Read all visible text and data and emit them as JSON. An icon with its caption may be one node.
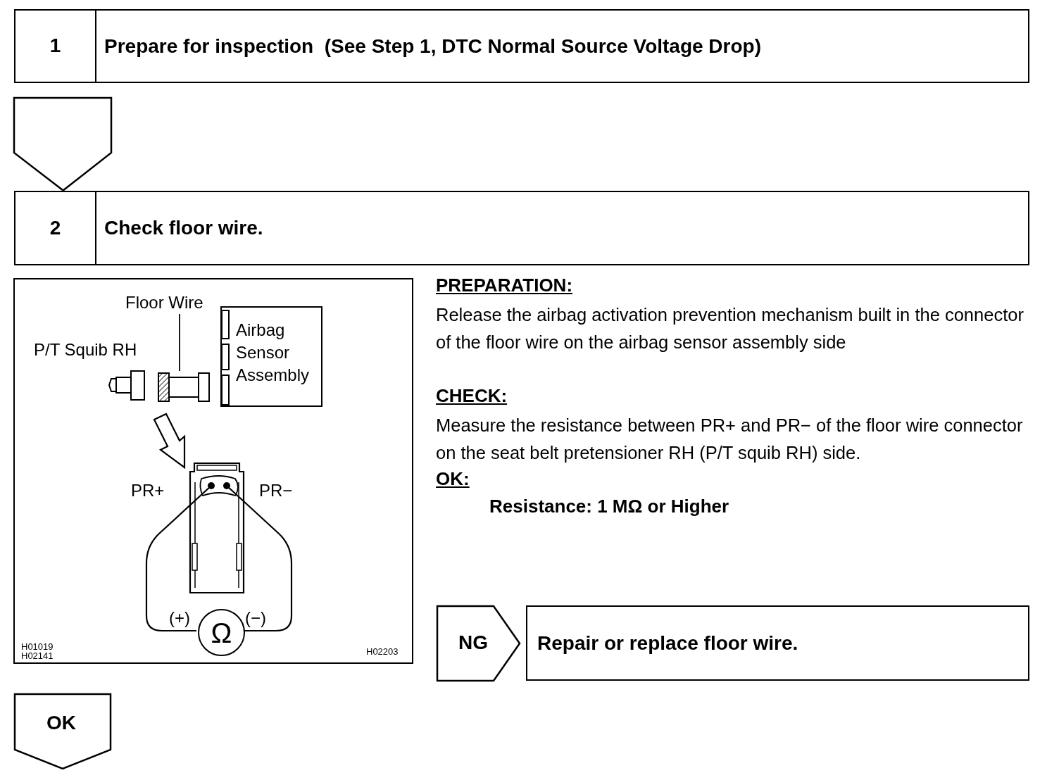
{
  "diagram": {
    "nodes": [
      {
        "text": [
          "1",
          "Prepare for inspection  (See Step 1, DTC Normal Source Voltage Drop)"
        ]
      },
      {
        "text": [
          "2",
          "Check floor wire."
        ]
      },
      {
        "text": [],
        "shape": "box"
      },
      {
        "text": [
          "Floor Wire"
        ],
        "in": 2
      },
      {
        "text": [],
        "shape": "picture",
        "in": 2
      },
      {
        "text": [
          "Airbag Sensor Assembly"
        ],
        "in": 2
      },
      {
        "text": [
          "Ω"
        ],
        "in": 2
      },
      {
        "text": [
          "NG"
        ]
      },
      {
        "text": [
          "Repair or replace floor wire."
        ]
      },
      {
        "text": [
          "OK"
        ]
      }
    ],
    "edges": [
      {
        "from": 0,
        "to": 1,
        "arrow": "to"
      },
      {
        "from": 3,
        "to": 4,
        "arrow": "none"
      }
    ],
    "labels": [
      "P/T Squib RH",
      "PR+",
      "PR−",
      "(+)",
      "(−)",
      "H01019",
      "H02141",
      "H02203",
      "PREPARATION:",
      "Release the airbag activation prevention mechanism built in the connector of the floor wire on the airbag sensor assembly side",
      "CHECK:",
      "Measure the resistance between PR+ and PR− of the floor wire connector on the seat belt pretensioner RH (P/T squib RH) side.",
      "OK:",
      "Resistance: 1 MΩ or Higher"
    ]
  }
}
